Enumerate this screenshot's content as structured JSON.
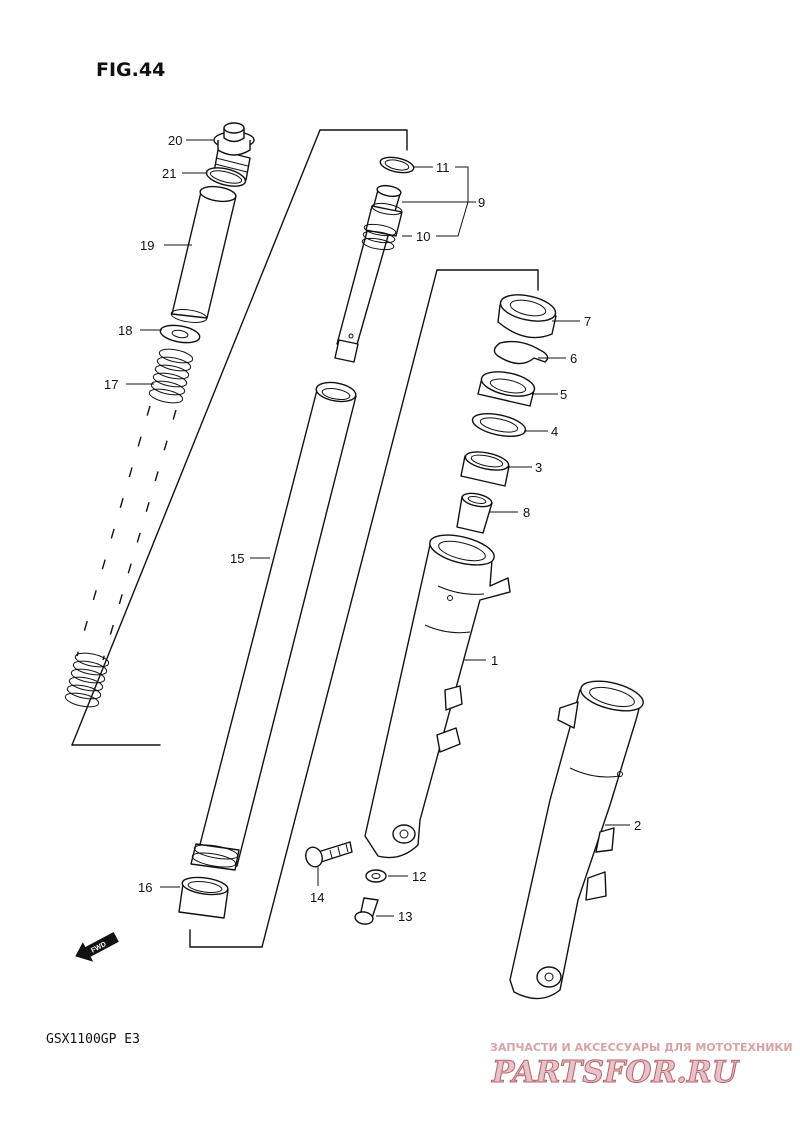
{
  "figure": {
    "title": "FIG.44",
    "model": "GSX1100GP  E3"
  },
  "direction": {
    "label": "FWD"
  },
  "watermark": {
    "line1": "ЗАПЧАСТИ И АКСЕССУАРЫ ДЛЯ МОТОТЕХНИКИ",
    "line2": "PARTSFOR.RU"
  },
  "callouts": {
    "p1": "1",
    "p2": "2",
    "p3": "3",
    "p4": "4",
    "p5": "5",
    "p6": "6",
    "p7": "7",
    "p8": "8",
    "p9": "9",
    "p10": "10",
    "p11": "11",
    "p12": "12",
    "p13": "13",
    "p14": "14",
    "p15": "15",
    "p16": "16",
    "p17": "17",
    "p18": "18",
    "p19": "19",
    "p20": "20",
    "p21": "21"
  },
  "colors": {
    "line": "#111111",
    "paper": "#ffffff",
    "watermark": "#b9616d"
  }
}
